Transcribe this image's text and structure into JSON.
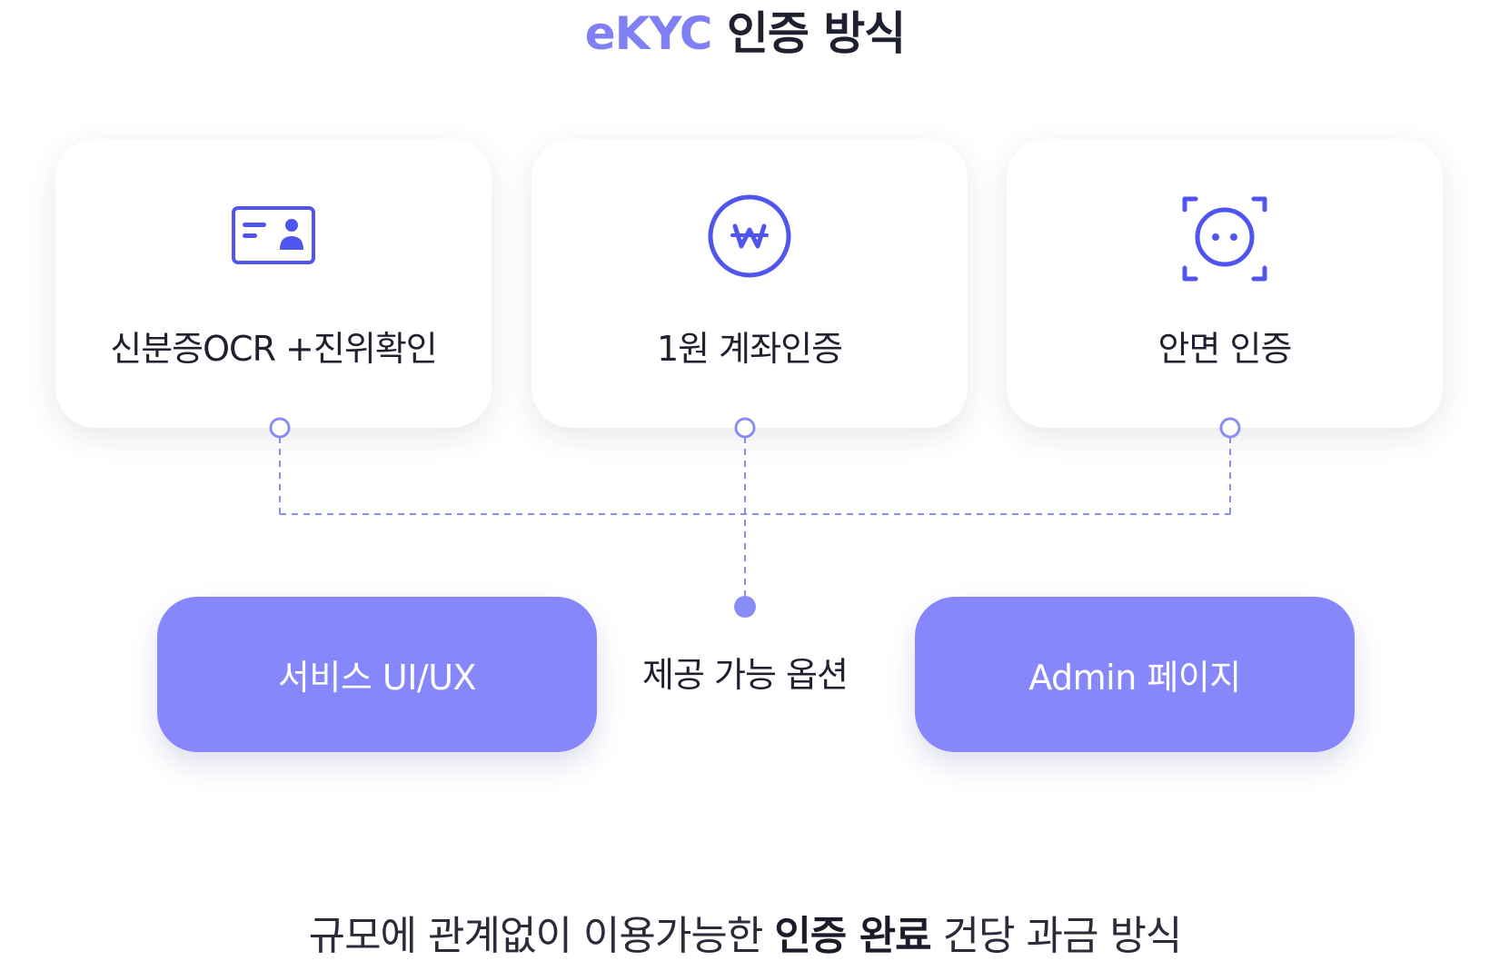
{
  "title": {
    "accent": "eKYC",
    "rest": " 인증 방식"
  },
  "cards": [
    {
      "label": "신분증OCR +진위확인",
      "icon": "id-card-icon"
    },
    {
      "label": "1원 계좌인증",
      "icon": "won-coin-icon"
    },
    {
      "label": "안면 인증",
      "icon": "face-scan-icon"
    }
  ],
  "options": {
    "label": "제공 가능 옵션",
    "left_button": "서비스 UI/UX",
    "right_button": "Admin 페이지"
  },
  "footer": {
    "pre": "규모에 관계없이 이용가능한 ",
    "bold": "인증 완료",
    "post": " 건당 과금 방식"
  },
  "colors": {
    "accent": "#8080f6",
    "icon": "#4f55ee",
    "pill": "#8587fb",
    "connector": "#8a8cf6"
  }
}
